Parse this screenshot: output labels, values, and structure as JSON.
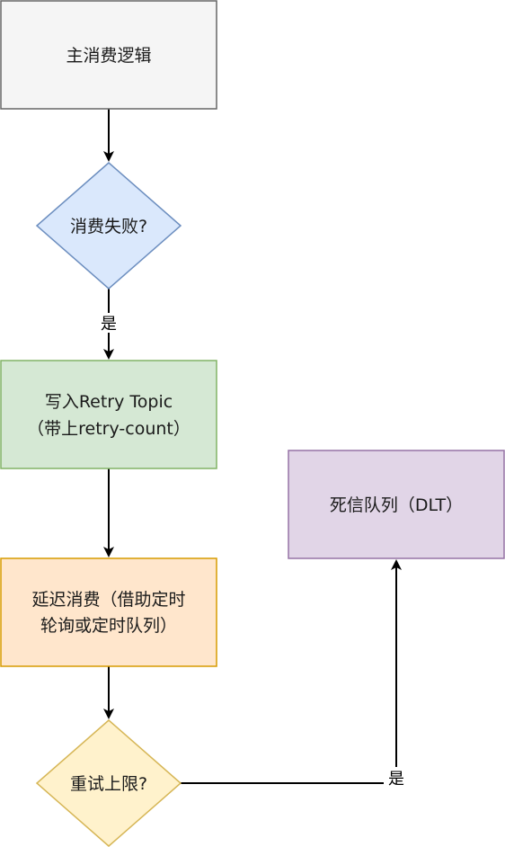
{
  "diagram": {
    "nodes": {
      "main_logic": {
        "label": "主消费逻辑",
        "fill": "#f5f5f5",
        "stroke": "#666666"
      },
      "consume_failed": {
        "label": "消费失败?",
        "fill": "#dae8fc",
        "stroke": "#6c8ebf"
      },
      "write_retry_topic": {
        "line1": "写入Retry Topic",
        "line2": "（带上retry-count）",
        "fill": "#d5e8d4",
        "stroke": "#82b366"
      },
      "delayed_consume": {
        "line1": "延迟消费（借助定时",
        "line2": "轮询或定时队列）",
        "fill": "#ffe6cc",
        "stroke": "#d79b00"
      },
      "retry_limit": {
        "label": "重试上限?",
        "fill": "#fff2cc",
        "stroke": "#d6b656"
      },
      "dead_letter_queue": {
        "label": "死信队列（DLT）",
        "fill": "#e1d5e7",
        "stroke": "#9673a6"
      }
    },
    "edges": {
      "failed_yes": "是",
      "limit_yes": "是"
    }
  }
}
